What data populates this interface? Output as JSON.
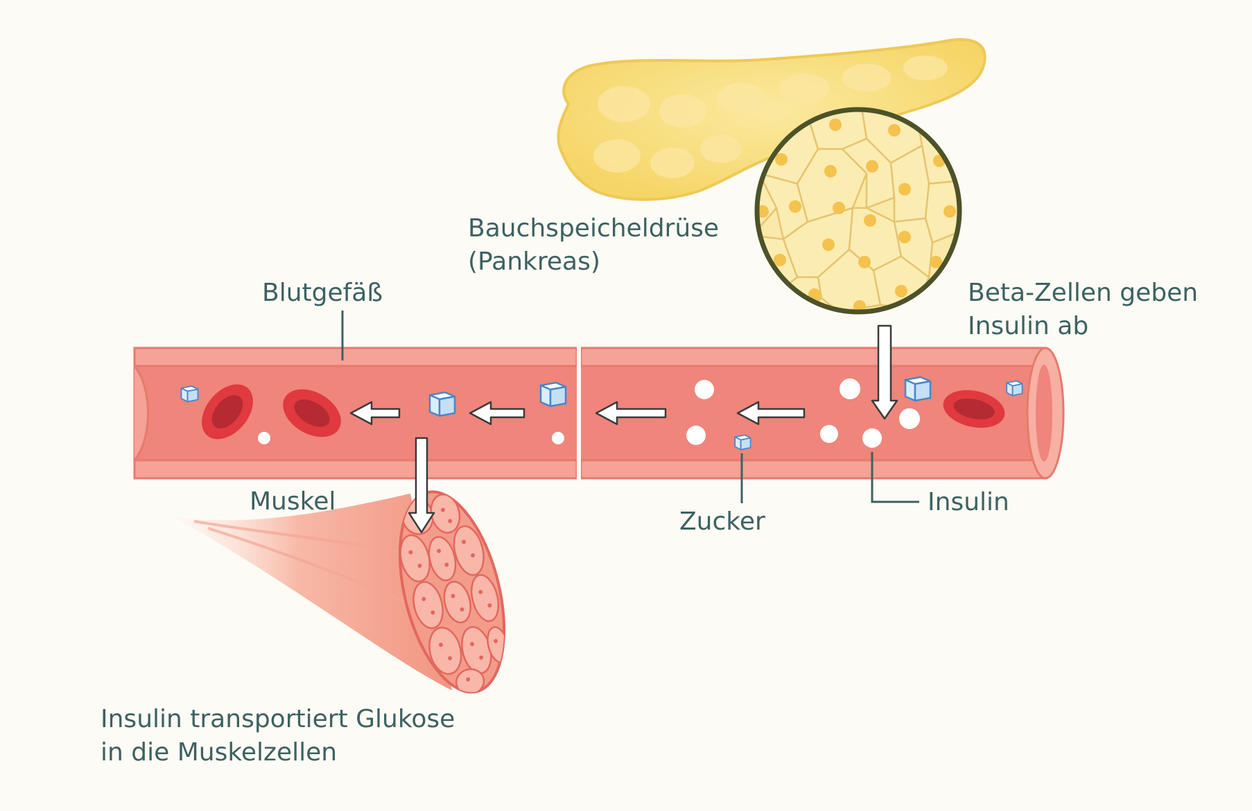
{
  "labels": {
    "pancreas_line1": "Bauchspeicheldrüse",
    "pancreas_line2": "(Pankreas)",
    "vessel": "Blutgefäß",
    "beta_line1": "Beta-Zellen geben",
    "beta_line2": "Insulin ab",
    "muscle": "Muskel",
    "sugar": "Zucker",
    "insulin": "Insulin",
    "transport_line1": "Insulin transportiert Glukose",
    "transport_line2": "in die Muskelzellen"
  },
  "colors": {
    "text": "#3d6161",
    "pancreas": "#f7dd78",
    "vessel_wall": "#f4a396",
    "vessel_lumen": "#ef857b",
    "red_blood_cell": "#e0393f",
    "sugar_cube": "#dbeefa",
    "insulin_dot": "#ffffff",
    "muscle": "#f4a595",
    "zoom_circle_border": "#4d5228"
  }
}
